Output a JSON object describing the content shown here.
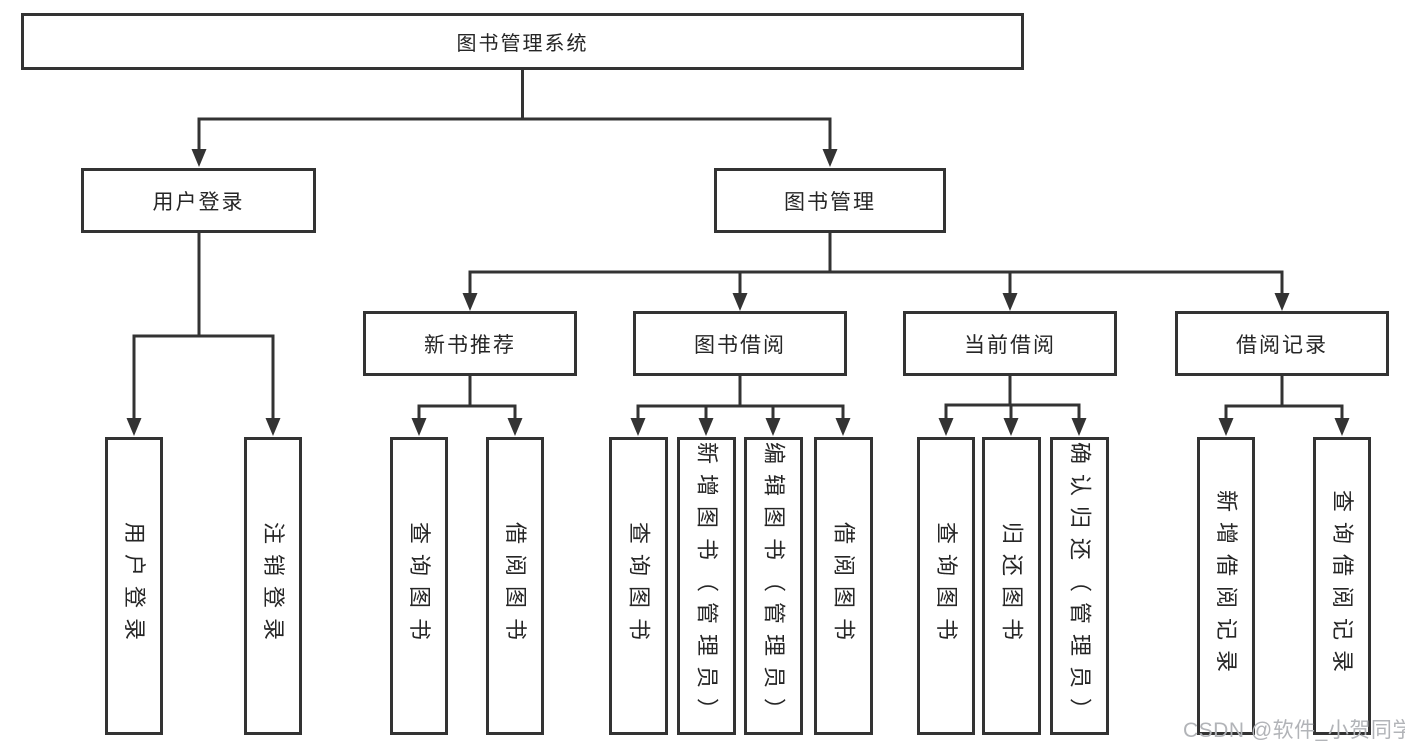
{
  "tree": {
    "label": "图书管理系统",
    "children": [
      {
        "label": "用户登录",
        "children": [
          {
            "label": "用户登录"
          },
          {
            "label": "注销登录"
          }
        ]
      },
      {
        "label": "图书管理",
        "children": [
          {
            "label": "新书推荐",
            "children": [
              {
                "label": "查询图书"
              },
              {
                "label": "借阅图书"
              }
            ]
          },
          {
            "label": "图书借阅",
            "children": [
              {
                "label": "查询图书"
              },
              {
                "label": "新增图书（管理员）"
              },
              {
                "label": "编辑图书（管理员）"
              },
              {
                "label": "借阅图书"
              }
            ]
          },
          {
            "label": "当前借阅",
            "children": [
              {
                "label": "查询图书"
              },
              {
                "label": "归还图书"
              },
              {
                "label": "确认归还（管理员）"
              }
            ]
          },
          {
            "label": "借阅记录",
            "children": [
              {
                "label": "新增借阅记录"
              },
              {
                "label": "查询借阅记录"
              }
            ]
          }
        ]
      }
    ]
  },
  "watermark": {
    "text": "CSDN @软件_小贺同学"
  },
  "colors": {
    "line": "#333333",
    "text": "#262626",
    "box_fill": "#ffffff",
    "watermark": "#b2b4b8",
    "background": "#ffffff"
  }
}
